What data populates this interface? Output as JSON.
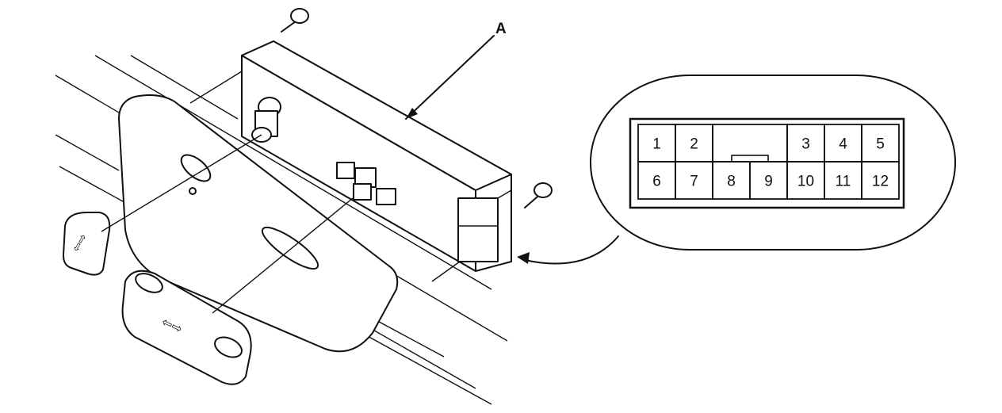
{
  "callout_label": "A",
  "connector": {
    "pins": [
      {
        "id": "1"
      },
      {
        "id": "2"
      },
      {
        "id": "3"
      },
      {
        "id": "4"
      },
      {
        "id": "5"
      },
      {
        "id": "6"
      },
      {
        "id": "7"
      },
      {
        "id": "8"
      },
      {
        "id": "9"
      },
      {
        "id": "10"
      },
      {
        "id": "11"
      },
      {
        "id": "12"
      }
    ]
  },
  "icons": {
    "knob_arrows": "double-arrow-icon",
    "slide_knob_arrows": "double-arrow-icon"
  }
}
